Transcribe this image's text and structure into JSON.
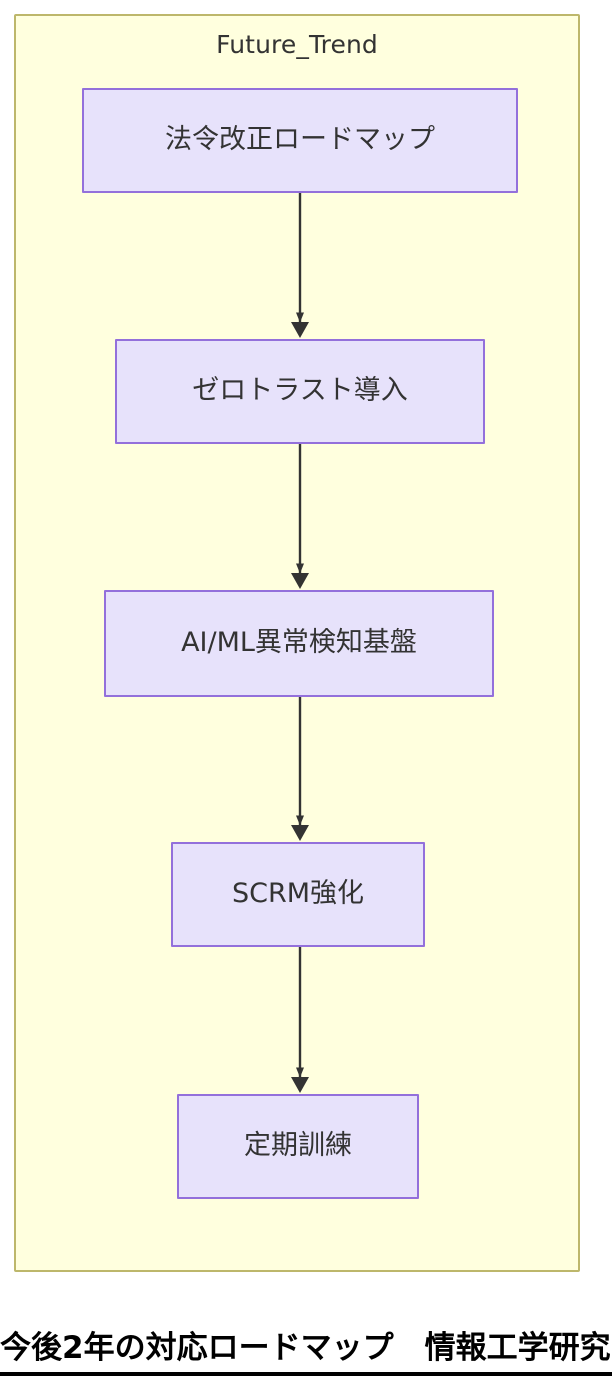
{
  "diagram": {
    "type": "flowchart",
    "direction": "top-to-bottom",
    "subgraph": {
      "title": "Future_Trend",
      "fill_color": "#ffffde",
      "border_color": "#bdb76b"
    },
    "node_style": {
      "fill_color": "#e7e2fb",
      "border_color": "#9370db",
      "text_color": "#333333"
    },
    "edge_style": {
      "color": "#333333",
      "arrowhead": "filled-triangle"
    },
    "nodes": [
      {
        "id": "roadmap",
        "label": "法令改正ロードマップ"
      },
      {
        "id": "zerotrust",
        "label": "ゼロトラスト導入"
      },
      {
        "id": "aiml",
        "label": "AI/ML異常検知基盤"
      },
      {
        "id": "scrm",
        "label": "SCRM強化"
      },
      {
        "id": "training",
        "label": "定期訓練"
      }
    ],
    "edges": [
      {
        "from": "roadmap",
        "to": "zerotrust",
        "label": ""
      },
      {
        "from": "zerotrust",
        "to": "aiml",
        "label": ""
      },
      {
        "from": "aiml",
        "to": "scrm",
        "label": ""
      },
      {
        "from": "scrm",
        "to": "training",
        "label": ""
      }
    ]
  },
  "caption": {
    "text": "今後2年の対応ロードマップ　情報工学研究",
    "rule_color": "#000000"
  }
}
